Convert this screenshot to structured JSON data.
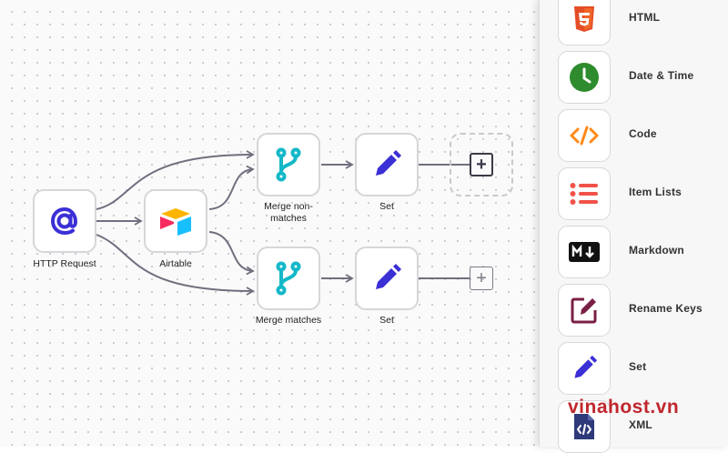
{
  "colors": {
    "accent": "#3b2fd6",
    "teal": "#14b8c8",
    "edge": "#6f6f7e",
    "watermark": "#c0272d"
  },
  "workflow": {
    "nodes": {
      "http_request": {
        "label": "HTTP Request",
        "icon": "at-icon"
      },
      "airtable": {
        "label": "Airtable",
        "icon": "airtable-icon"
      },
      "merge_non": {
        "label": "Merge non-\nmatches",
        "icon": "merge-icon"
      },
      "set_top": {
        "label": "Set",
        "icon": "pencil-icon"
      },
      "merge_matches": {
        "label": "Merge matches",
        "icon": "merge-icon"
      },
      "set_bottom": {
        "label": "Set",
        "icon": "pencil-icon"
      }
    },
    "add_node_symbol": "+"
  },
  "node_panel": {
    "items": [
      {
        "label": "HTML",
        "icon": "html5-icon"
      },
      {
        "label": "Date & Time",
        "icon": "clock-icon"
      },
      {
        "label": "Code",
        "icon": "code-icon"
      },
      {
        "label": "Item Lists",
        "icon": "list-icon"
      },
      {
        "label": "Markdown",
        "icon": "markdown-icon"
      },
      {
        "label": "Rename Keys",
        "icon": "edit-icon"
      },
      {
        "label": "Set",
        "icon": "pencil-icon"
      },
      {
        "label": "XML",
        "icon": "xml-file-icon"
      }
    ]
  },
  "watermark": {
    "text": "vinahost.vn"
  }
}
